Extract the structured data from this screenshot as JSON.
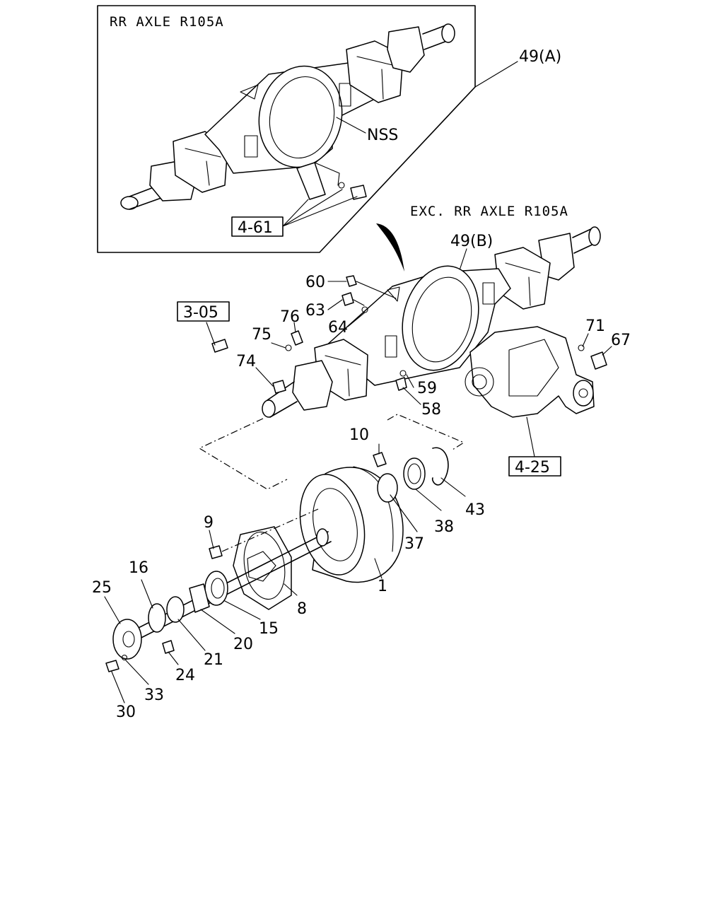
{
  "inset": {
    "title": "RR AXLE R105A",
    "label_49a": "49(A)",
    "label_nss": "NSS",
    "ref_461": "4-61"
  },
  "main": {
    "title": "EXC. RR AXLE R105A",
    "label_49b": "49(B)",
    "ref_305": "3-05",
    "ref_425": "4-25"
  },
  "parts": {
    "p1": "1",
    "p8": "8",
    "p9": "9",
    "p10": "10",
    "p15": "15",
    "p16": "16",
    "p20": "20",
    "p21": "21",
    "p24": "24",
    "p25": "25",
    "p30": "30",
    "p33": "33",
    "p37": "37",
    "p38": "38",
    "p43": "43",
    "p58": "58",
    "p59": "59",
    "p60": "60",
    "p63": "63",
    "p64": "64",
    "p67": "67",
    "p71": "71",
    "p74": "74",
    "p75": "75",
    "p76": "76"
  }
}
